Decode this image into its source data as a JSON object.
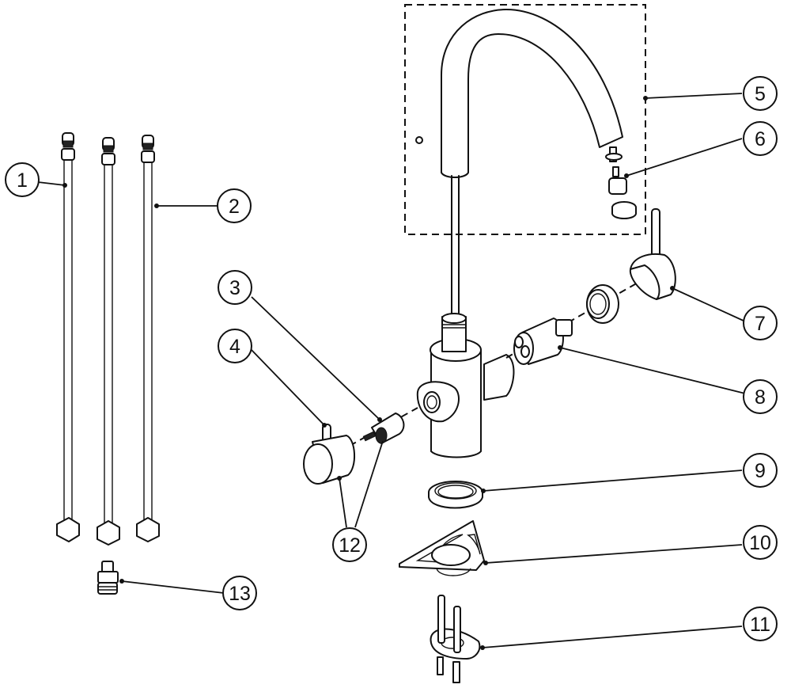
{
  "diagram": {
    "type": "exploded-parts-diagram",
    "subject": "kitchen mixer tap assembly",
    "callouts": [
      {
        "number": "1",
        "part": "flexible hose (left)"
      },
      {
        "number": "2",
        "part": "flexible hose (right)"
      },
      {
        "number": "3",
        "part": "side valve cartridge"
      },
      {
        "number": "4",
        "part": "side handle lever"
      },
      {
        "number": "5",
        "part": "swivel spout assembly (dashed group)"
      },
      {
        "number": "6",
        "part": "aerator"
      },
      {
        "number": "7",
        "part": "main handle lever"
      },
      {
        "number": "8",
        "part": "mixing cartridge"
      },
      {
        "number": "9",
        "part": "base seal ring"
      },
      {
        "number": "10",
        "part": "triangular base plate"
      },
      {
        "number": "11",
        "part": "mounting bracket with studs"
      },
      {
        "number": "12",
        "part": "grub screws / set screws"
      },
      {
        "number": "13",
        "part": "threaded adaptor fitting"
      }
    ]
  }
}
